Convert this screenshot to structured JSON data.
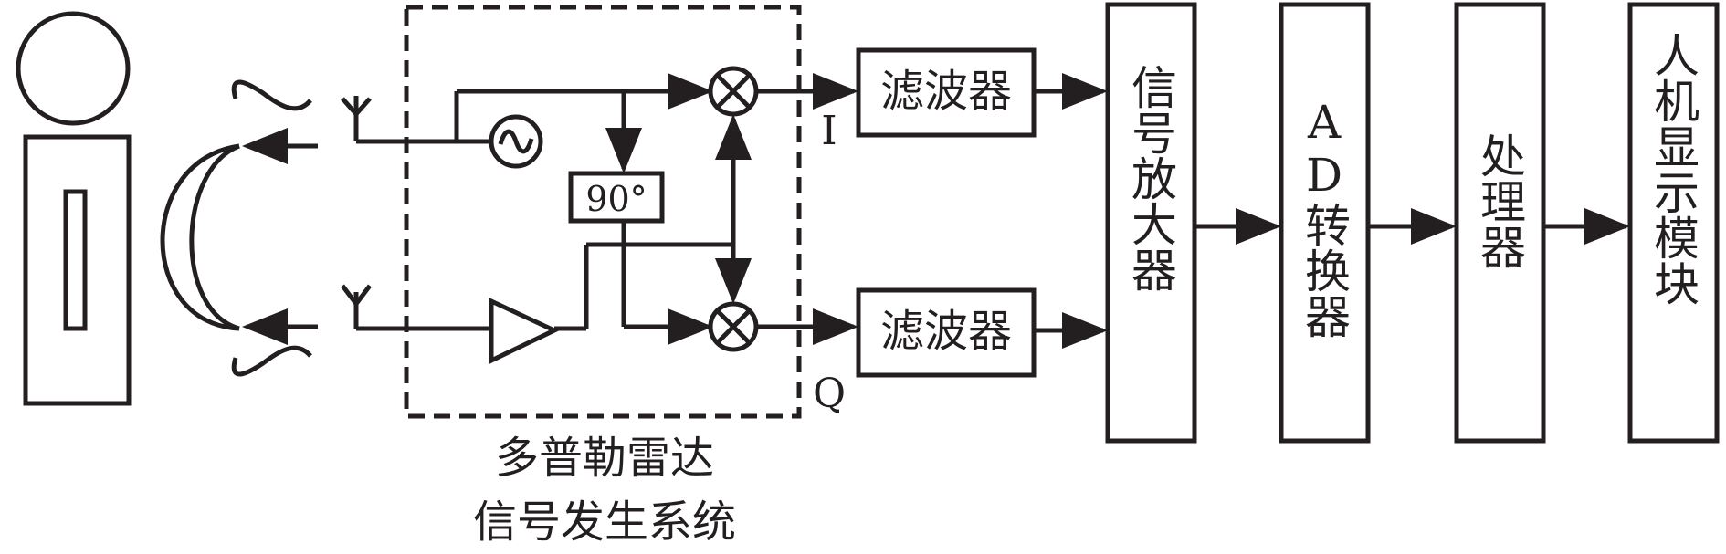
{
  "doppler_radar": {
    "caption_line1": "多普勒雷达",
    "caption_line2": "信号发生系统",
    "phase_shift_label": "90°",
    "i_label": "I",
    "q_label": "Q"
  },
  "filters": {
    "top_label": "滤波器",
    "bottom_label": "滤波器"
  },
  "blocks": {
    "amplifier": "信号放大器",
    "ad_converter": "AD转换器",
    "processor": "处理器",
    "display": "人机显示模块"
  },
  "colors": {
    "stroke": "#231f20",
    "background": "#ffffff"
  }
}
